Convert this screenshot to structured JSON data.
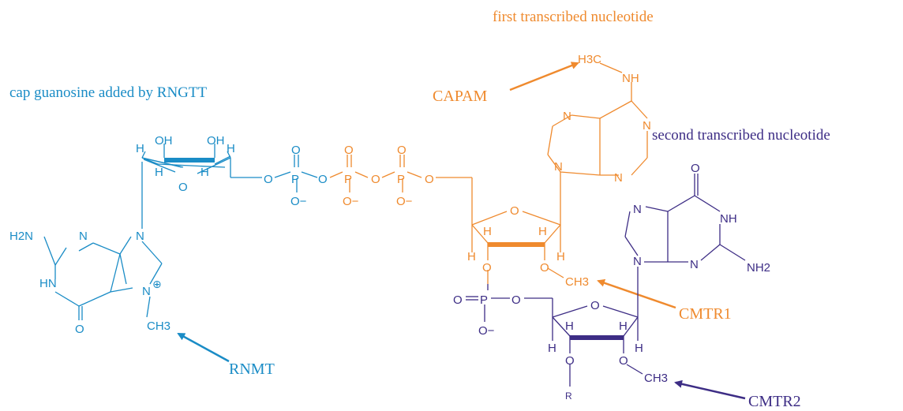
{
  "colors": {
    "cap": "#1a8cc6",
    "first": "#ef8a2e",
    "second": "#3d2d85",
    "background": "#ffffff"
  },
  "labels": {
    "cap_caption": "cap guanosine added by RNGTT",
    "first_caption": "first transcribed nucleotide",
    "second_caption": "second transcribed nucleotide",
    "capam": "CAPAM",
    "rnmt": "RNMT",
    "cmtr1": "CMTR1",
    "cmtr2": "CMTR2"
  },
  "cap": {
    "oh": "OH",
    "h": "H",
    "o": "O",
    "n": "N",
    "hn": "HN",
    "h2n": "H2N",
    "ch3": "CH3",
    "plus": "⊕",
    "p": "P",
    "ominus": "O−"
  },
  "first": {
    "p": "P",
    "o": "O",
    "ominus": "O−",
    "h": "H",
    "n": "N",
    "nh": "NH",
    "h3c": "H3C",
    "ch3": "CH3"
  },
  "second": {
    "p": "P",
    "o": "O",
    "ominus": "O−",
    "h": "H",
    "n": "N",
    "nh": "NH",
    "nh2": "NH2",
    "ch3": "CH3",
    "r": "R"
  }
}
